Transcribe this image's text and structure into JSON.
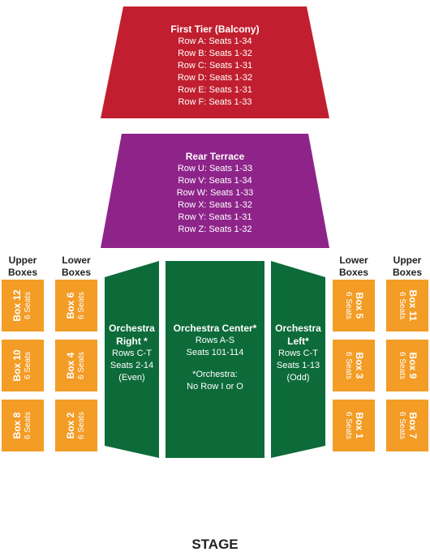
{
  "colors": {
    "balcony": "#c11f2f",
    "terrace": "#8e248a",
    "orchestra": "#0d6b3a",
    "boxes": "#f39c26"
  },
  "balcony": {
    "title": "First Tier (Balcony)",
    "rows": [
      "Row A: Seats 1-34",
      "Row B: Seats 1-32",
      "Row C: Seats 1-31",
      "Row D: Seats 1-32",
      "Row E: Seats 1-31",
      "Row F: Seats 1-33"
    ]
  },
  "terrace": {
    "title": "Rear Terrace",
    "rows": [
      "Row U: Seats 1-33",
      "Row V: Seats 1-34",
      "Row W: Seats 1-33",
      "Row X: Seats 1-32",
      "Row Y: Seats 1-31",
      "Row Z: Seats 1-32"
    ]
  },
  "orchestra_right": {
    "title_1": "Orchestra",
    "title_2": "Right *",
    "rows": [
      "Rows C-T",
      "Seats 2-14",
      "(Even)"
    ]
  },
  "orchestra_center": {
    "title": "Orchestra Center*",
    "rows": [
      "Rows A-S",
      "Seats 101-114"
    ],
    "note_1": "*Orchestra:",
    "note_2": "No Row I or O"
  },
  "orchestra_left": {
    "title_1": "Orchestra",
    "title_2": "Left*",
    "rows": [
      "Rows C-T",
      "Seats 1-13",
      "(Odd)"
    ]
  },
  "headers": {
    "upper_1": "Upper",
    "boxes": "Boxes",
    "lower_1": "Lower"
  },
  "left_upper_boxes": [
    {
      "name": "Box 12",
      "seats": "6 Seats"
    },
    {
      "name": "Box 10",
      "seats": "6 Seats"
    },
    {
      "name": "Box 8",
      "seats": "6 Seats"
    }
  ],
  "left_lower_boxes": [
    {
      "name": "Box 6",
      "seats": "6 Seats"
    },
    {
      "name": "Box 4",
      "seats": "6 Seats"
    },
    {
      "name": "Box 2",
      "seats": "6 Seats"
    }
  ],
  "right_lower_boxes": [
    {
      "name": "Box 5",
      "seats": "6 Seats"
    },
    {
      "name": "Box 3",
      "seats": "6 Seats"
    },
    {
      "name": "Box 1",
      "seats": "6 Seats"
    }
  ],
  "right_upper_boxes": [
    {
      "name": "Box 11",
      "seats": "6 Seats"
    },
    {
      "name": "Box 9",
      "seats": "6 Seats"
    },
    {
      "name": "Box 7",
      "seats": "6 Seats"
    }
  ],
  "stage": "STAGE"
}
